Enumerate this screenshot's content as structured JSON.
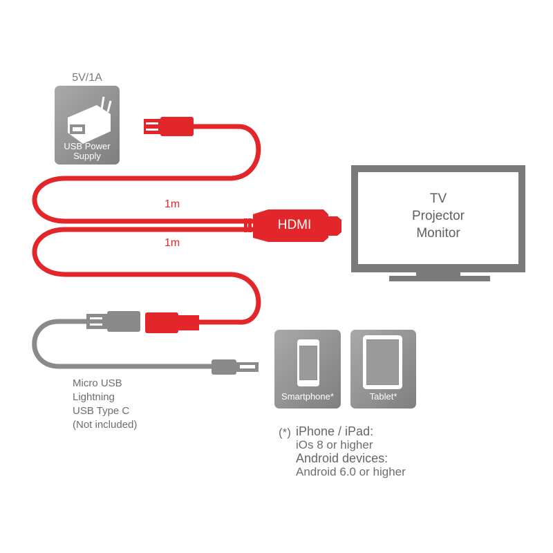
{
  "power_supply": {
    "rating": "5V/1A",
    "label_line1": "USB Power",
    "label_line2": "Supply"
  },
  "cable": {
    "length_top": "1m",
    "length_bottom": "1m",
    "connector_label": "HDMI"
  },
  "display": {
    "line1": "TV",
    "line2": "Projector",
    "line3": "Monitor"
  },
  "source_connectors": {
    "line1": "Micro USB",
    "line2": "Lightning",
    "line3": "USB Type C",
    "line4": "(Not included)"
  },
  "devices": {
    "smartphone_label": "Smartphone*",
    "tablet_label": "Tablet*"
  },
  "footnote": {
    "marker": "(*)",
    "ios_heading": "iPhone / iPad:",
    "ios_requirement": "iOs 8 or higher",
    "android_heading": "Android devices:",
    "android_requirement": "Android 6.0 or higher"
  },
  "colors": {
    "cable_red": "#e3262a",
    "cable_grey": "#8a8a8a",
    "panel_grey": "#8e8e8e",
    "outline_grey": "#7a7a7a",
    "text_grey": "#6d6d6d"
  }
}
